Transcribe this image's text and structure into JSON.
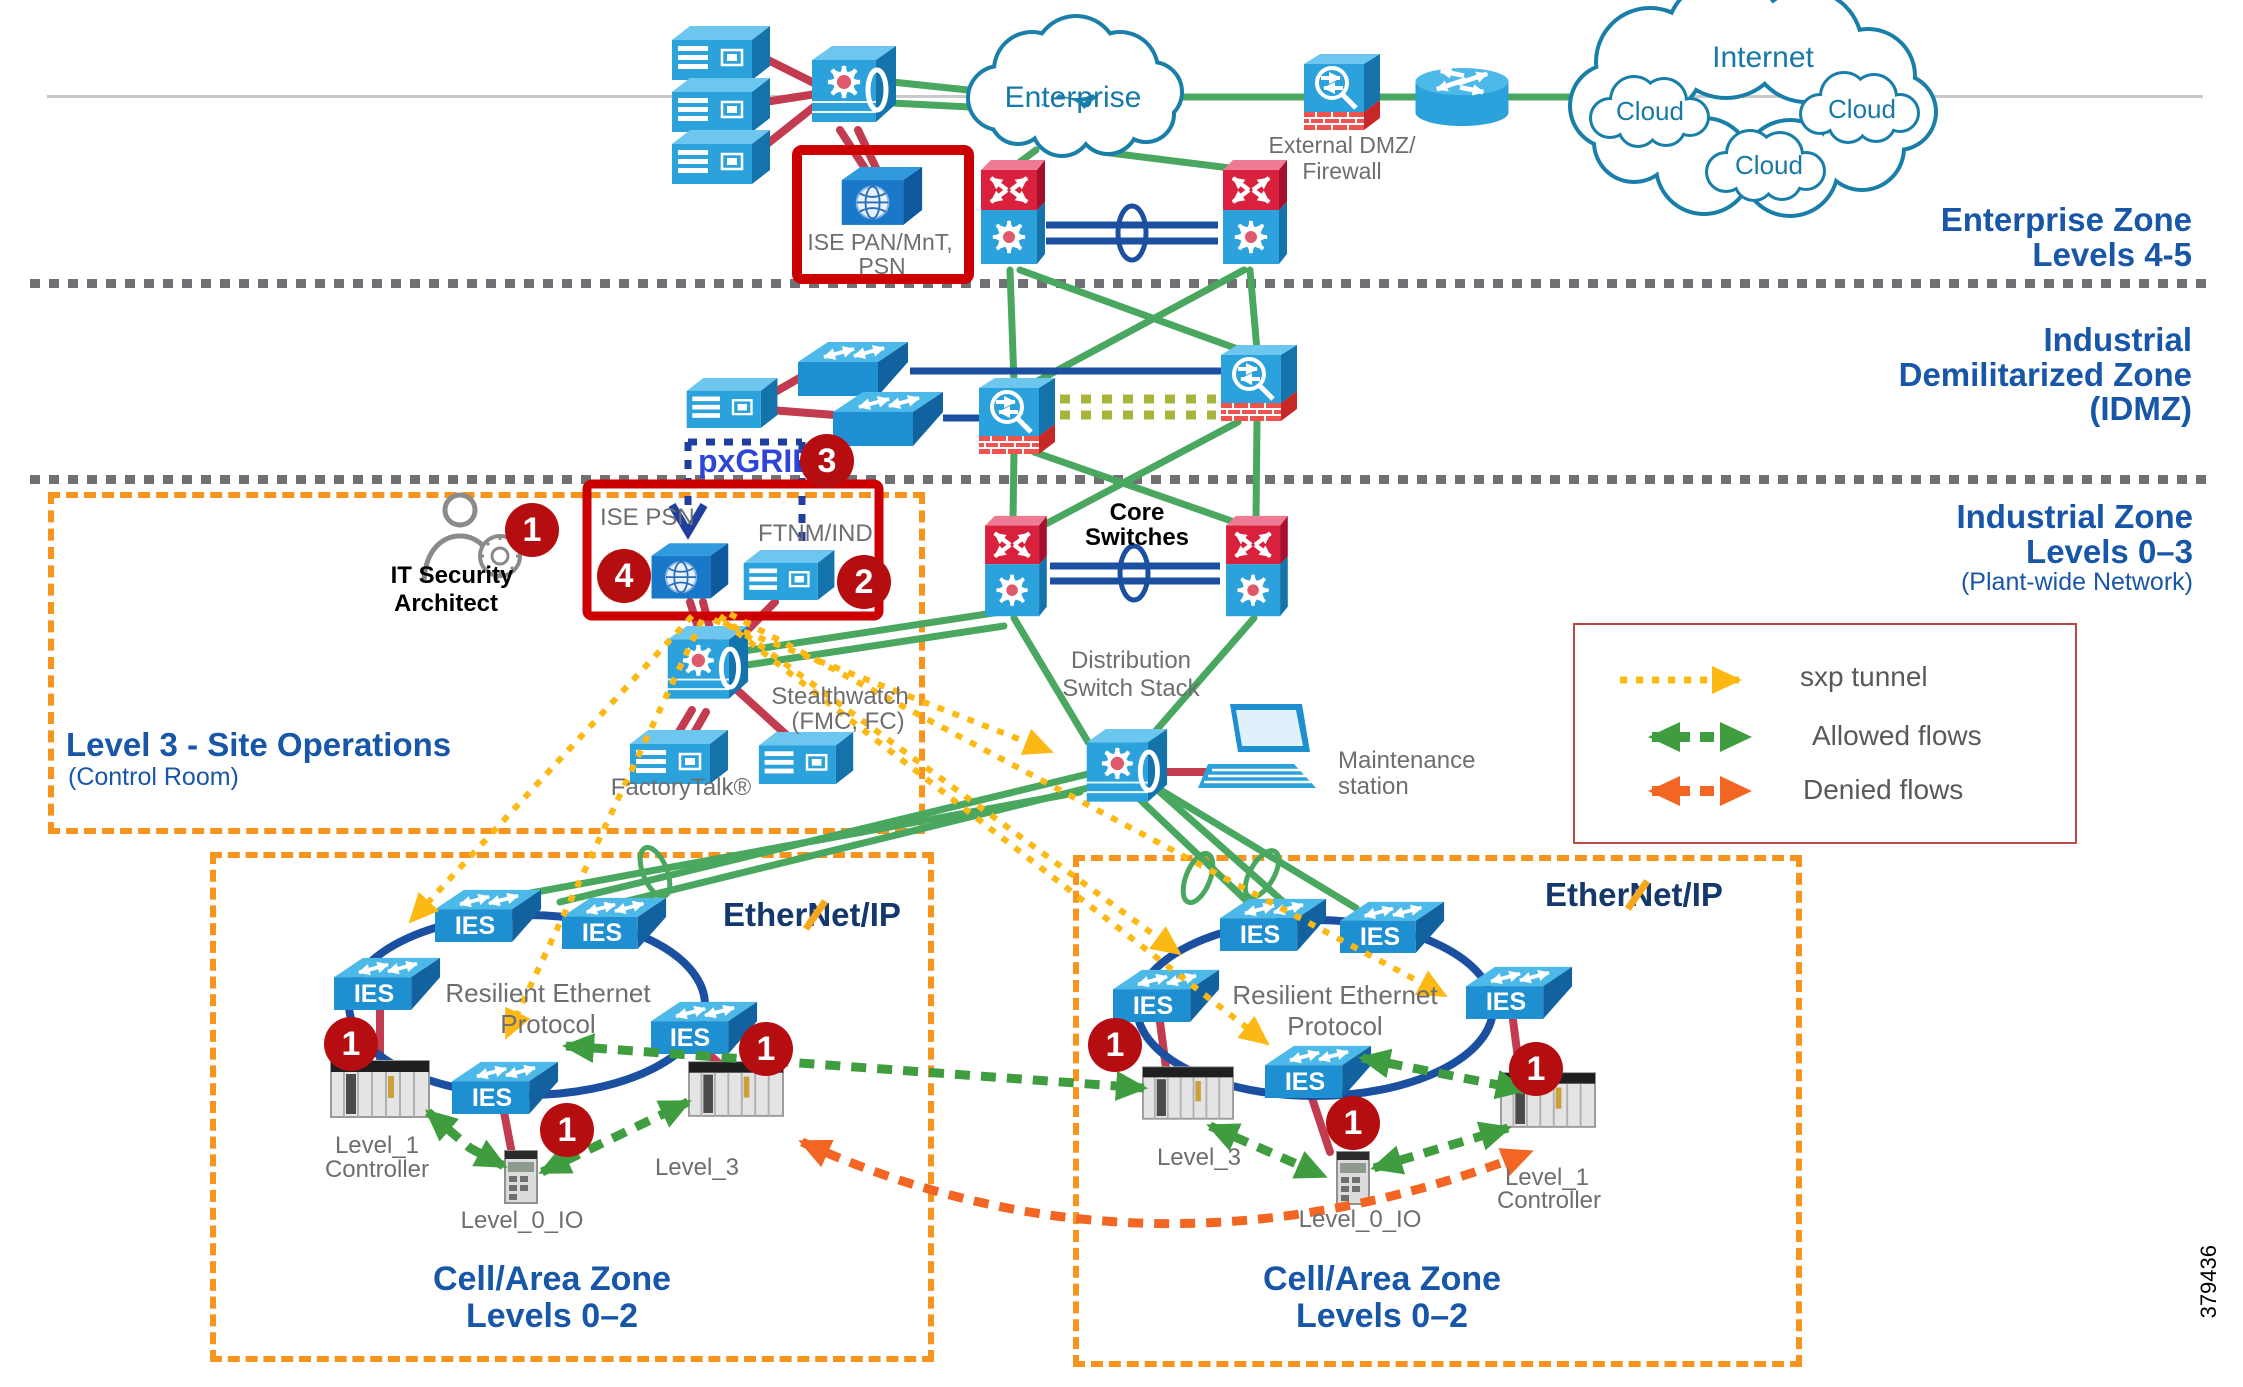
{
  "figure_number": "379436",
  "zone_bands": {
    "enterprise": {
      "title": "Enterprise Zone",
      "subtitle": "Levels 4-5"
    },
    "idmz": {
      "l1": "Industrial",
      "l2": "Demilitarized Zone",
      "l3": "(IDMZ)"
    },
    "industrial": {
      "title": "Industrial Zone",
      "subtitle": "Levels 0–3",
      "note": "(Plant-wide Network)"
    }
  },
  "clouds": {
    "enterprise": "Enterprise",
    "internet": "Internet",
    "cloud": "Cloud"
  },
  "devices": {
    "external_dmz_l1": "External DMZ/",
    "external_dmz_l2": "Firewall",
    "ise_pan_l1": "ISE PAN/MnT,",
    "ise_pan_l2": "PSN",
    "pxgrid": "pxGRID",
    "it_arch_l1": "IT Security",
    "it_arch_l2": "Architect",
    "ise_psn": "ISE PSN",
    "ftnm": "FTNM/IND",
    "core_l1": "Core",
    "core_l2": "Switches",
    "stealthwatch_l1": "Stealthwatch",
    "stealthwatch_l2": "(FMC, FC)",
    "factorytalk": "FactoryTalk®",
    "distribution_l1": "Distribution",
    "distribution_l2": "Switch Stack",
    "maintenance_l1": "Maintenance",
    "maintenance_l2": "station",
    "ies": "IES",
    "rep_l1": "Resilient Ethernet",
    "rep_l2": "Protocol",
    "ethernet_ip": "EtherNet/IP",
    "level1_l1": "Level_1",
    "level1_l2": "Controller",
    "level0_io": "Level_0_IO",
    "level3": "Level_3"
  },
  "site_ops": {
    "title": "Level 3 - Site Operations",
    "subtitle": "(Control Room)"
  },
  "cell_zone": {
    "title": "Cell/Area Zone",
    "subtitle": "Levels 0–2"
  },
  "legend": {
    "sxp": "sxp tunnel",
    "allowed": "Allowed flows",
    "denied": "Denied flows"
  },
  "badges": {
    "b1": "1",
    "b2": "2",
    "b3": "3",
    "b4": "4"
  },
  "icons": {
    "server": "rack-server-icon",
    "l3_switch": "multilayer-switch-icon",
    "stack_switch": "core-stack-switch-icon",
    "firewall": "asa-firewall-icon",
    "router": "router-icon",
    "ise": "ise-appliance-icon",
    "flat_switch": "access-switch-icon",
    "laptop": "maintenance-laptop-icon",
    "plc": "controller-rack-icon",
    "io": "io-module-icon",
    "person": "it-architect-icon"
  },
  "colors": {
    "zone_label": "#1856a8",
    "cloud_text": "#1779a8",
    "sxp": "#fdb913",
    "allowed": "#3f9c3f",
    "denied": "#f26522",
    "zone_box": "#f7941d",
    "highlight_box": "#cc0000",
    "link_green": "#49a75f",
    "link_red": "#c23b4e",
    "link_blue": "#1b4fa0",
    "pxgrid_blue": "#2f45d6"
  }
}
